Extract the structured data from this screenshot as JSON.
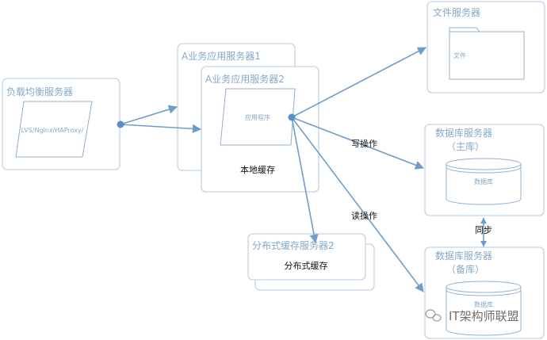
{
  "load_balancer": {
    "title": "负载均衡服务器",
    "software": "LVS/Nginx/HAProxy/"
  },
  "app_server_1": {
    "title": "A业务应用服务器1"
  },
  "app_server_2": {
    "title": "A业务应用服务器2",
    "app": "应用程序",
    "local_cache": "本地缓存"
  },
  "file_server": {
    "title": "文件服务器",
    "folder": "文件"
  },
  "db_master": {
    "title": "数据库服务器",
    "subtitle": "（主库）",
    "db": "数据库"
  },
  "db_slave": {
    "title": "数据库服务器",
    "subtitle": "（备库）",
    "db": "数据库"
  },
  "dist_cache": {
    "title": "分布式缓存服务器2",
    "label": "分布式缓存"
  },
  "edges": {
    "write": "写操作",
    "read": "读操作",
    "sync": "同步"
  },
  "watermark": "IT架构师联盟",
  "colors": {
    "line": "#6f9dcb",
    "box": "#c3d4e4",
    "title": "#86a8c8"
  }
}
